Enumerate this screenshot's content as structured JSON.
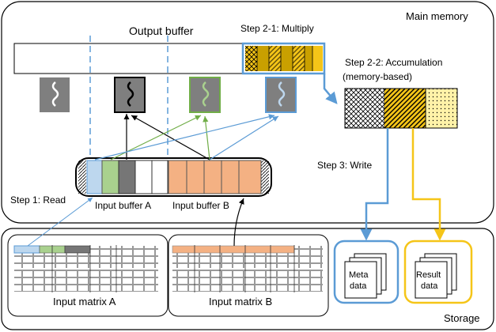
{
  "main_memory": {
    "label": "Main memory",
    "output_buffer_label": "Output buffer",
    "step_2_1": "Step 2-1: Multiply",
    "step_2_2_line1": "Step 2-2: Accumulation",
    "step_2_2_line2": "(memory-based)",
    "step_3": "Step 3: Write",
    "step_1": "Step 1: Read",
    "input_buffer_a": "Input buffer A",
    "input_buffer_b": "Input buffer B"
  },
  "storage": {
    "label": "Storage",
    "input_matrix_a": "Input matrix A",
    "input_matrix_b": "Input matrix B",
    "meta_data_line1": "Meta",
    "meta_data_line2": "data",
    "result_data_line1": "Result",
    "result_data_line2": "data"
  },
  "colors": {
    "blue": "#5b9bd5",
    "light_blue": "#bdd7ee",
    "green": "#70ad47",
    "light_green": "#a9d18e",
    "orange": "#f4b183",
    "gold": "#c9a000",
    "yellow": "#f5c518",
    "pale_yellow": "#fff2a8",
    "gray": "#767676",
    "dark": "#404040"
  }
}
